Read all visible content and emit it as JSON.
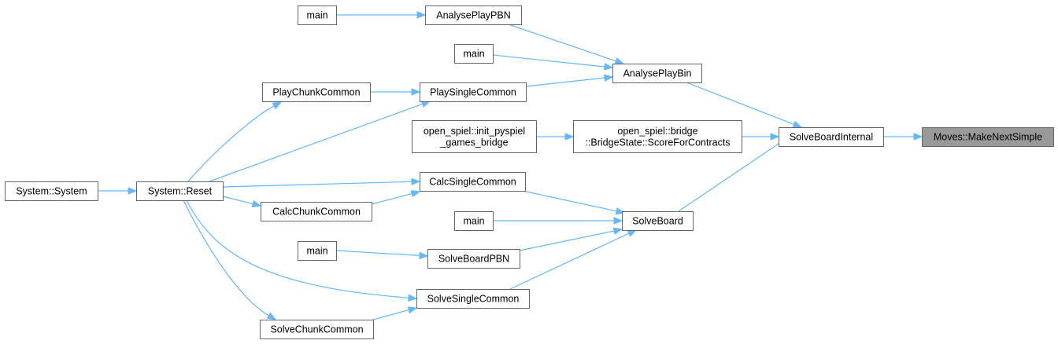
{
  "graph": {
    "focus_color": "#999999",
    "edge_color": "#63b8ff",
    "nodes": [
      {
        "id": "moves_makenextsimple",
        "lines": [
          "Moves::MakeNextSimple"
        ],
        "focus": true
      },
      {
        "id": "solveboardinternal",
        "lines": [
          "SolveBoardInternal"
        ]
      },
      {
        "id": "analyseplaybin",
        "lines": [
          "AnalysePlayBin"
        ]
      },
      {
        "id": "scoreforcontracts",
        "lines": [
          "open_spiel::bridge",
          "::BridgeState::ScoreForContracts"
        ]
      },
      {
        "id": "solveboard",
        "lines": [
          "SolveBoard"
        ]
      },
      {
        "id": "analyseplaypbn",
        "lines": [
          "AnalysePlayPBN"
        ]
      },
      {
        "id": "main1",
        "lines": [
          "main"
        ]
      },
      {
        "id": "main2",
        "lines": [
          "main"
        ]
      },
      {
        "id": "playsinglecommon",
        "lines": [
          "PlaySingleCommon"
        ]
      },
      {
        "id": "playchunkcommon",
        "lines": [
          "PlayChunkCommon"
        ]
      },
      {
        "id": "init_pyspiel",
        "lines": [
          "open_spiel::init_pyspiel",
          "_games_bridge"
        ]
      },
      {
        "id": "calcsinglecommon",
        "lines": [
          "CalcSingleCommon"
        ]
      },
      {
        "id": "calcchunkcommon",
        "lines": [
          "CalcChunkCommon"
        ]
      },
      {
        "id": "main3",
        "lines": [
          "main"
        ]
      },
      {
        "id": "main4",
        "lines": [
          "main"
        ]
      },
      {
        "id": "solveboardpbn",
        "lines": [
          "SolveBoardPBN"
        ]
      },
      {
        "id": "solvesinglecommon",
        "lines": [
          "SolveSingleCommon"
        ]
      },
      {
        "id": "solvechunkcommon",
        "lines": [
          "SolveChunkCommon"
        ]
      },
      {
        "id": "system_reset",
        "lines": [
          "System::Reset"
        ]
      },
      {
        "id": "system_system",
        "lines": [
          "System::System"
        ]
      }
    ],
    "edges": [
      {
        "from": "solveboardinternal",
        "to": "moves_makenextsimple"
      },
      {
        "from": "analyseplaybin",
        "to": "solveboardinternal"
      },
      {
        "from": "scoreforcontracts",
        "to": "solveboardinternal"
      },
      {
        "from": "solveboard",
        "to": "solveboardinternal"
      },
      {
        "from": "analyseplaypbn",
        "to": "analyseplaybin"
      },
      {
        "from": "main2",
        "to": "analyseplaybin"
      },
      {
        "from": "playsinglecommon",
        "to": "analyseplaybin"
      },
      {
        "from": "main1",
        "to": "analyseplaypbn"
      },
      {
        "from": "playchunkcommon",
        "to": "playsinglecommon"
      },
      {
        "from": "system_reset",
        "to": "playsinglecommon"
      },
      {
        "from": "system_reset",
        "to": "playchunkcommon"
      },
      {
        "from": "init_pyspiel",
        "to": "scoreforcontracts"
      },
      {
        "from": "calcsinglecommon",
        "to": "solveboard"
      },
      {
        "from": "main3",
        "to": "solveboard"
      },
      {
        "from": "solveboardpbn",
        "to": "solveboard"
      },
      {
        "from": "solvesinglecommon",
        "to": "solveboard"
      },
      {
        "from": "calcchunkcommon",
        "to": "calcsinglecommon"
      },
      {
        "from": "system_reset",
        "to": "calcsinglecommon"
      },
      {
        "from": "system_reset",
        "to": "calcchunkcommon"
      },
      {
        "from": "main4",
        "to": "solveboardpbn"
      },
      {
        "from": "solvechunkcommon",
        "to": "solvesinglecommon"
      },
      {
        "from": "system_reset",
        "to": "solvesinglecommon"
      },
      {
        "from": "system_reset",
        "to": "solvechunkcommon"
      },
      {
        "from": "system_system",
        "to": "system_reset"
      }
    ]
  }
}
